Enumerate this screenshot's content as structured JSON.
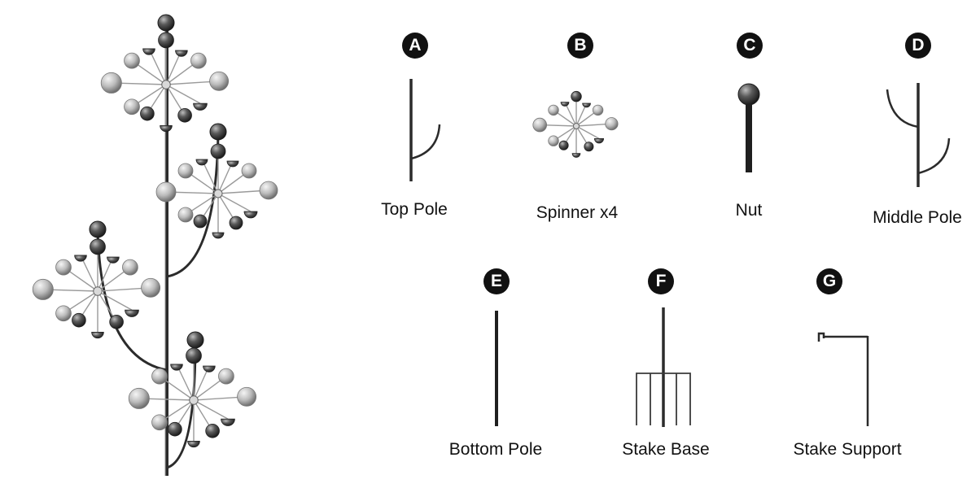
{
  "colors": {
    "metal": "#2b2b2b",
    "badge": "#111111",
    "text": "#111111"
  },
  "parts": [
    {
      "letter": "A",
      "label": "Top Pole",
      "icon": "top-pole-icon"
    },
    {
      "letter": "B",
      "label": "Spinner x4",
      "icon": "spinner-icon"
    },
    {
      "letter": "C",
      "label": "Nut",
      "icon": "nut-icon"
    },
    {
      "letter": "D",
      "label": "Middle Pole",
      "icon": "middle-pole-icon"
    },
    {
      "letter": "E",
      "label": "Bottom Pole",
      "icon": "bottom-pole-icon"
    },
    {
      "letter": "F",
      "label": "Stake Base",
      "icon": "stake-base-icon"
    },
    {
      "letter": "G",
      "label": "Stake Support",
      "icon": "stake-support-icon"
    }
  ]
}
